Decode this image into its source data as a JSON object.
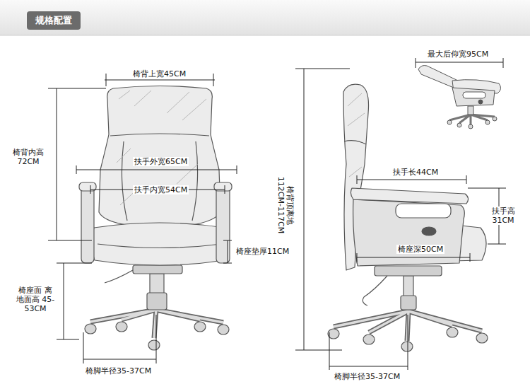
{
  "diagram": {
    "title": "规格配置",
    "labels": [
      "最大后仰宽95CM",
      "椅背上宽45CM",
      "椅背内高 72CM",
      "扶手外宽65CM",
      "扶手内宽54CM",
      "扶手长44CM",
      "椅背顶离地 112CM-117CM",
      "扶手高 31CM",
      "椅座垫厚11CM",
      "椅座深50CM",
      "椅座面 离地面高 45-53CM",
      "椅脚半径35-37CM",
      "椅脚半径35-37CM"
    ]
  }
}
